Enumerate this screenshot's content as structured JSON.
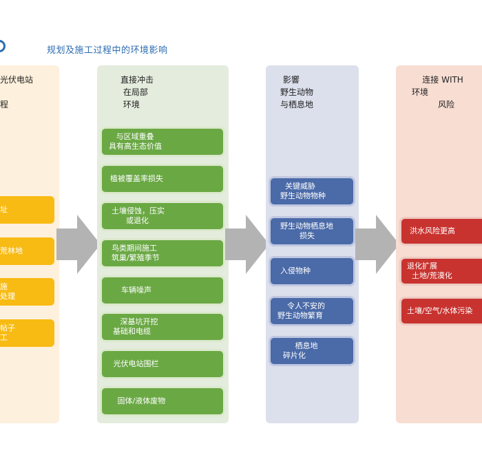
{
  "title": "规划及施工过程中的环境影响",
  "columns": [
    {
      "heading": "光伏电站\n　\n程",
      "items": [
        "址",
        "荒林地",
        "施\n处理",
        "帖子\n工"
      ]
    },
    {
      "heading": "直接冲击\n 在局部\n 环境",
      "items": [
        "   与区域重叠\n具有高生态价值",
        "植被覆盖率损失",
        "土壤侵蚀，压实\n      或退化",
        "鸟类期间施工\n筑巢/繁殖季节",
        "        车辆噪声",
        "   深基坑开挖\n基础和电缆",
        "   光伏电站围栏",
        "   固体/液体废物"
      ]
    },
    {
      "heading": " 影響\n野生动物\n与栖息地",
      "items": [
        "  关键威胁\n野生动物物种",
        "野生动物栖息地\n        损失",
        "入侵物种",
        "    令人不安的\n野生动物繁育",
        "     栖息地\n碎片化"
      ]
    },
    {
      "heading": "    连接 WITH\n环境\n          风险",
      "items": [
        "洪水风险更高",
        "退化扩展\n  土地/荒漠化",
        "土壤/空气/水体污染"
      ]
    }
  ],
  "colors": {
    "title": "#2b6cb0",
    "green": "#6aa844",
    "yellow": "#f8bb14",
    "blue": "#4a6aa8",
    "red": "#c8332f",
    "arrow": "#b3b3b3"
  }
}
